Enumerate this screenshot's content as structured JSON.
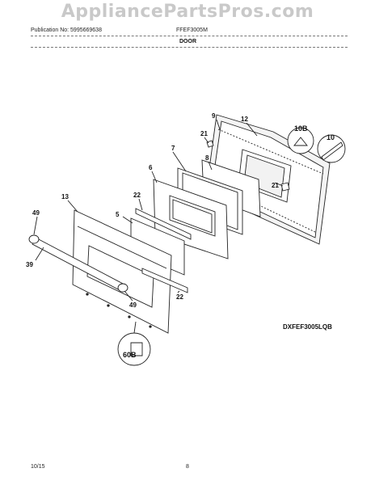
{
  "watermark": "AppliancePartsPros.com",
  "header": {
    "publication": "Publication No: 5995669638",
    "model": "FFEF3005M",
    "section_title": "DOOR"
  },
  "diagram_code": "DXFEF3005LQB",
  "footer": {
    "date": "10/15",
    "page_number": "8"
  },
  "part_labels": [
    "9",
    "12",
    "21",
    "10B",
    "10",
    "7",
    "8",
    "6",
    "21",
    "13",
    "22",
    "5",
    "49",
    "39",
    "49",
    "22",
    "60B"
  ]
}
